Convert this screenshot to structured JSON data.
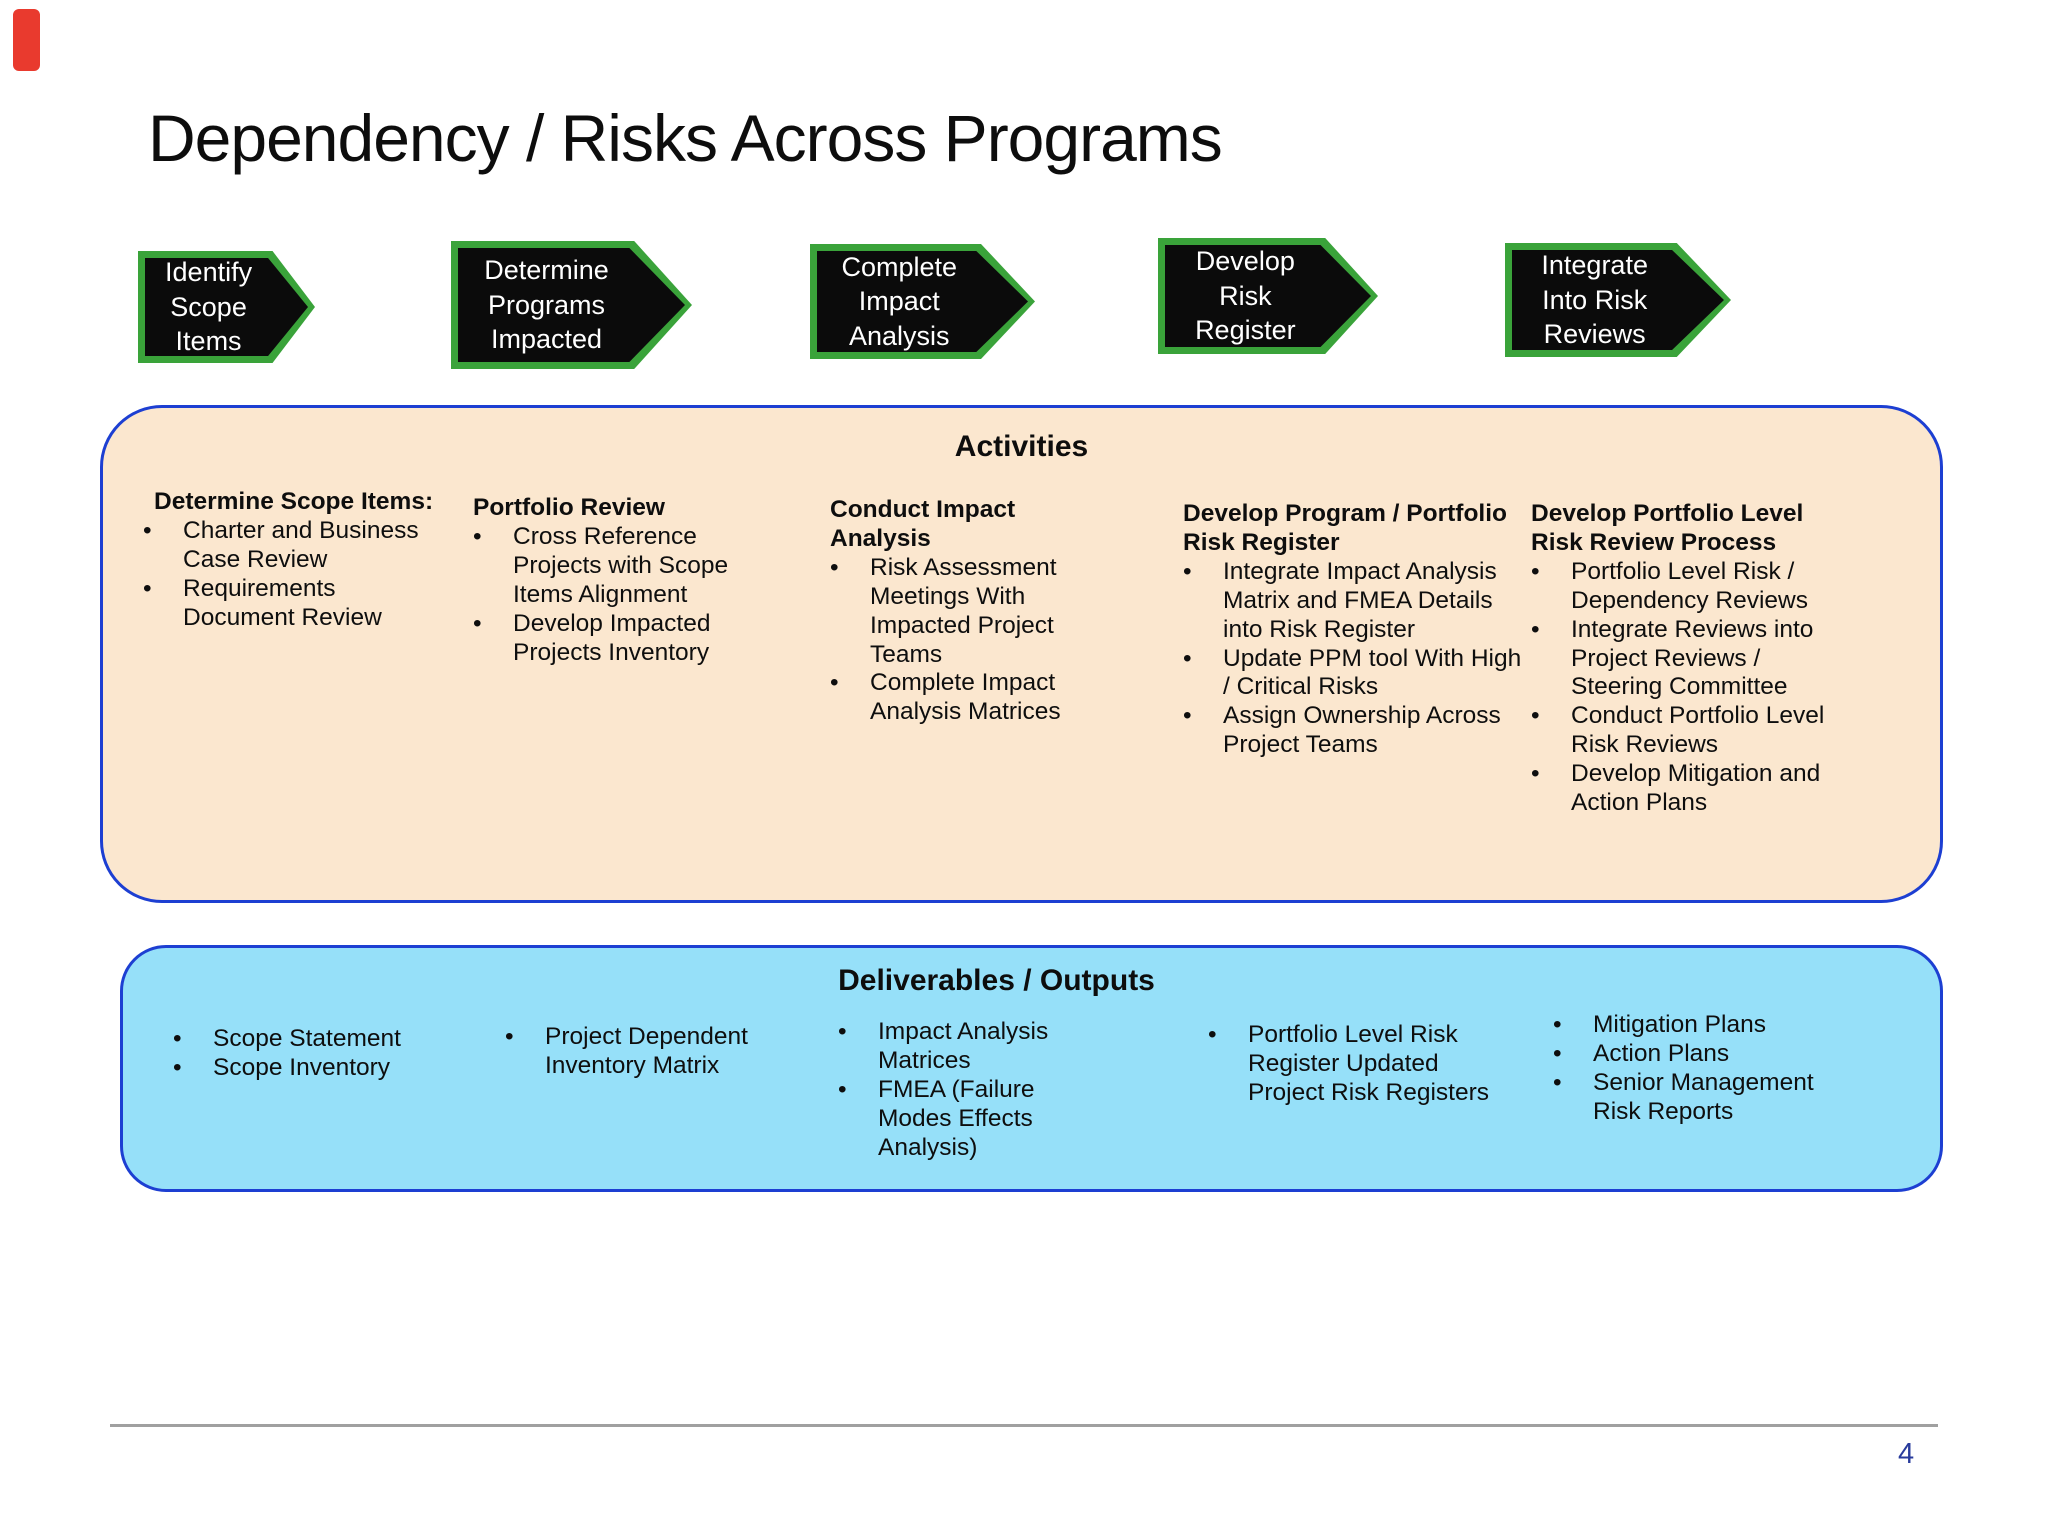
{
  "slide": {
    "title": "Dependency / Risks Across Programs",
    "page_number": "4"
  },
  "process_steps": [
    {
      "name": "identify-scope-items",
      "lines": [
        "Identify",
        "Scope",
        "Items"
      ]
    },
    {
      "name": "determine-programs-impacted",
      "lines": [
        "Determine",
        "Programs",
        "Impacted"
      ]
    },
    {
      "name": "complete-impact-analysis",
      "lines": [
        "Complete",
        "Impact",
        "Analysis"
      ]
    },
    {
      "name": "develop-risk-register",
      "lines": [
        "Develop",
        "Risk",
        "Register"
      ]
    },
    {
      "name": "integrate-into-risk-reviews",
      "lines": [
        "Integrate",
        "Into Risk",
        "Reviews"
      ]
    }
  ],
  "activities": {
    "heading": "Activities",
    "columns": [
      {
        "title": "Determine Scope Items:",
        "bullets": [
          "Charter and Business Case Review",
          "Requirements Document Review"
        ]
      },
      {
        "title": "Portfolio Review",
        "bullets": [
          "Cross Reference Projects with Scope Items Alignment",
          "Develop Impacted Projects Inventory"
        ]
      },
      {
        "title": "Conduct Impact Analysis",
        "bullets": [
          "Risk Assessment Meetings With Impacted Project Teams",
          "Complete Impact Analysis Matrices"
        ]
      },
      {
        "title": "Develop Program / Portfolio Risk Register",
        "bullets": [
          "Integrate Impact Analysis Matrix and FMEA Details into Risk Register",
          "Update PPM tool With High / Critical Risks",
          "Assign Ownership Across Project Teams"
        ]
      },
      {
        "title": "Develop Portfolio Level Risk Review Process",
        "bullets": [
          "Portfolio Level Risk / Dependency Reviews",
          "Integrate Reviews into Project Reviews / Steering Committee",
          "Conduct Portfolio Level Risk Reviews",
          "Develop Mitigation and Action Plans"
        ]
      }
    ]
  },
  "deliverables": {
    "heading": "Deliverables / Outputs",
    "columns": [
      {
        "bullets": [
          "Scope Statement",
          "Scope Inventory"
        ]
      },
      {
        "bullets": [
          "Project Dependent Inventory Matrix"
        ]
      },
      {
        "bullets": [
          "Impact Analysis Matrices",
          "FMEA (Failure Modes Effects Analysis)"
        ]
      },
      {
        "bullets": [
          "Portfolio Level Risk Register Updated Project Risk Registers"
        ]
      },
      {
        "bullets": [
          "Mitigation Plans",
          "Action Plans",
          "Senior Management Risk Reports"
        ]
      }
    ]
  },
  "colors": {
    "arrow_green": "#3aa33a",
    "arrow_black": "#0b0b0b",
    "panel_border": "#1d3fd2",
    "activities_bg": "#fbe7cf",
    "deliverables_bg": "#96e0f9",
    "divider_gray": "#a0a0a0",
    "page_number": "#283b9c",
    "marker_red": "#e93a2e"
  }
}
